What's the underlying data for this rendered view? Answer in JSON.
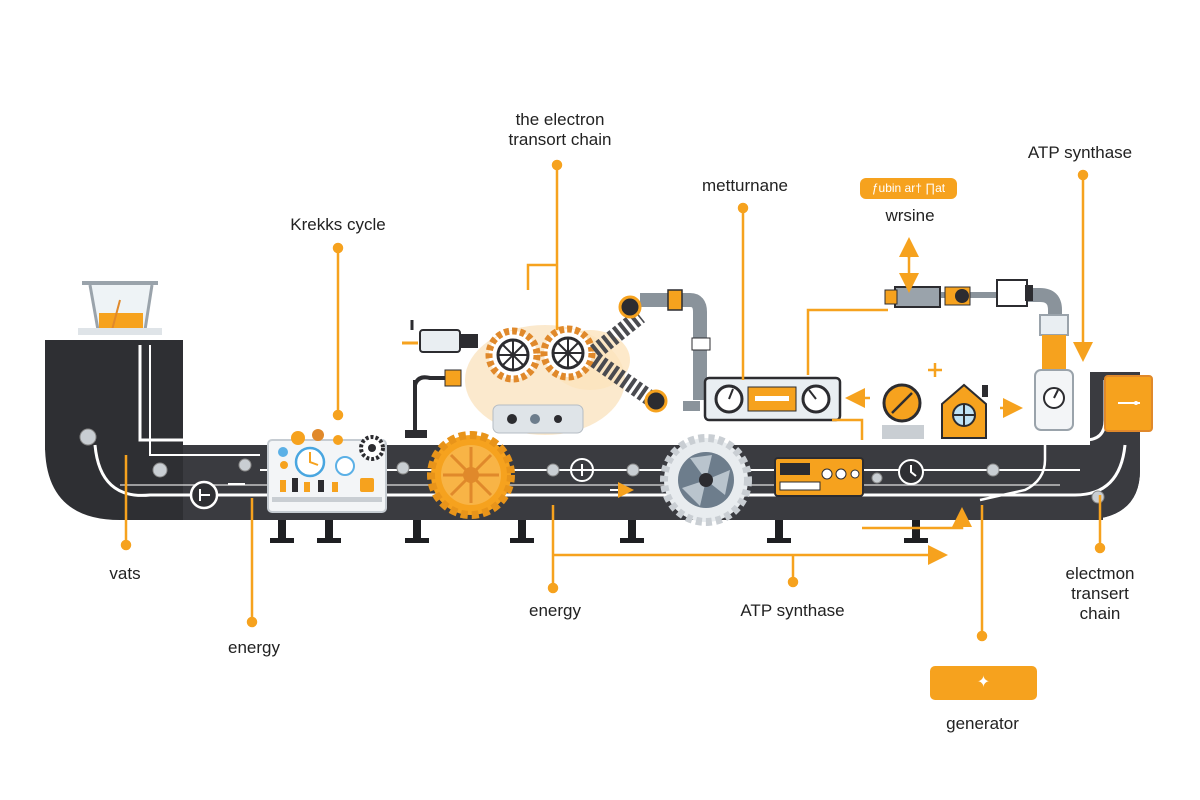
{
  "colors": {
    "accent": "#f6a21e",
    "belt": "#3a3b40",
    "dark": "#2c2c30",
    "metal": "#9aa3ab",
    "light": "#e9eef2"
  },
  "labels": {
    "etc_top": "the electron\ntransort chain",
    "metturnane": "metturnane",
    "atp_synthase_top": "ATP synthase",
    "krekks": "Krekks cycle",
    "badge": "ƒubin ar† ∏at",
    "wrsine": "wrsine",
    "vats": "vats",
    "energy_left": "energy",
    "energy_mid": "energy",
    "atp_synthase_bottom": "ATP synthase",
    "etc_right": "electmon\ntransert\nchain",
    "generator": "generator",
    "generator_icon": "✦"
  },
  "icons": [
    "beaker-icon",
    "gear-icon",
    "fan-icon",
    "pipe-icon",
    "clock-icon",
    "house-icon",
    "control-panel-icon",
    "battery-icon",
    "arrow-icon",
    "lightning-icon"
  ]
}
